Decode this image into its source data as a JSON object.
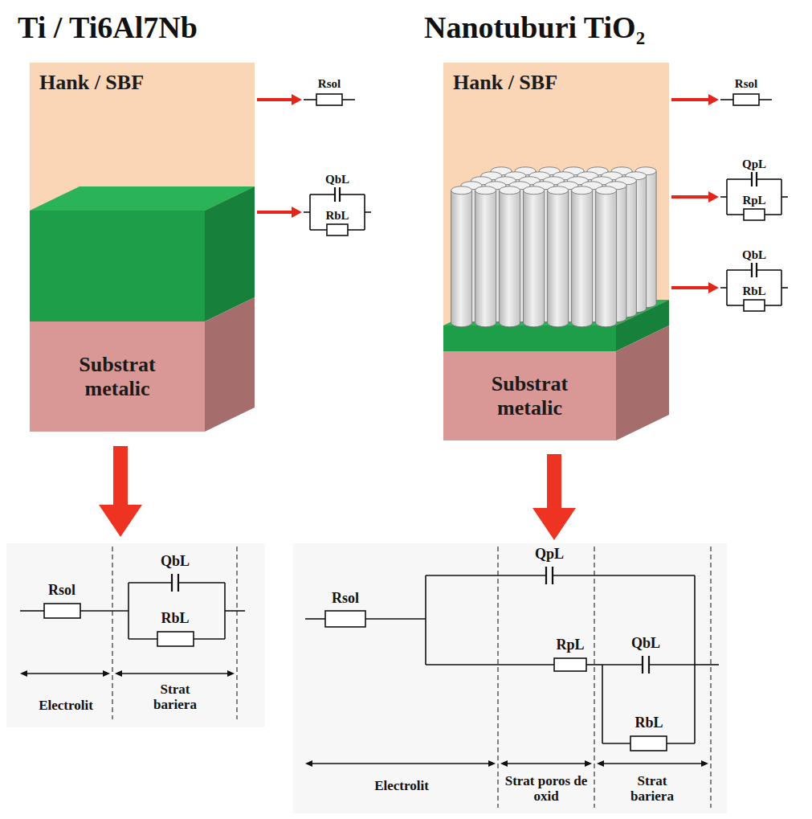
{
  "diagram": {
    "nodes": [
      {
        "text": [
          "Hank / SBF"
        ]
      },
      {
        "text": [
          "Substrat metalic"
        ]
      },
      {
        "text": [
          "Hank / SBF"
        ]
      },
      {
        "text": [
          "Substrat metalic"
        ]
      }
    ],
    "labels": [
      "Ti / Ti6Al7Nb",
      "Nanotuburi TiO₂",
      "Rsol",
      "QbL",
      "RbL",
      "Rsol",
      "QpL",
      "RpL",
      "QbL",
      "RbL",
      "Rsol",
      "QbL",
      "RbL",
      "Electrolit",
      "Strat bariera",
      "Rsol",
      "QpL",
      "RpL",
      "QbL",
      "RbL",
      "Electrolit",
      "Strat poros de oxid",
      "Strat bariera"
    ]
  }
}
